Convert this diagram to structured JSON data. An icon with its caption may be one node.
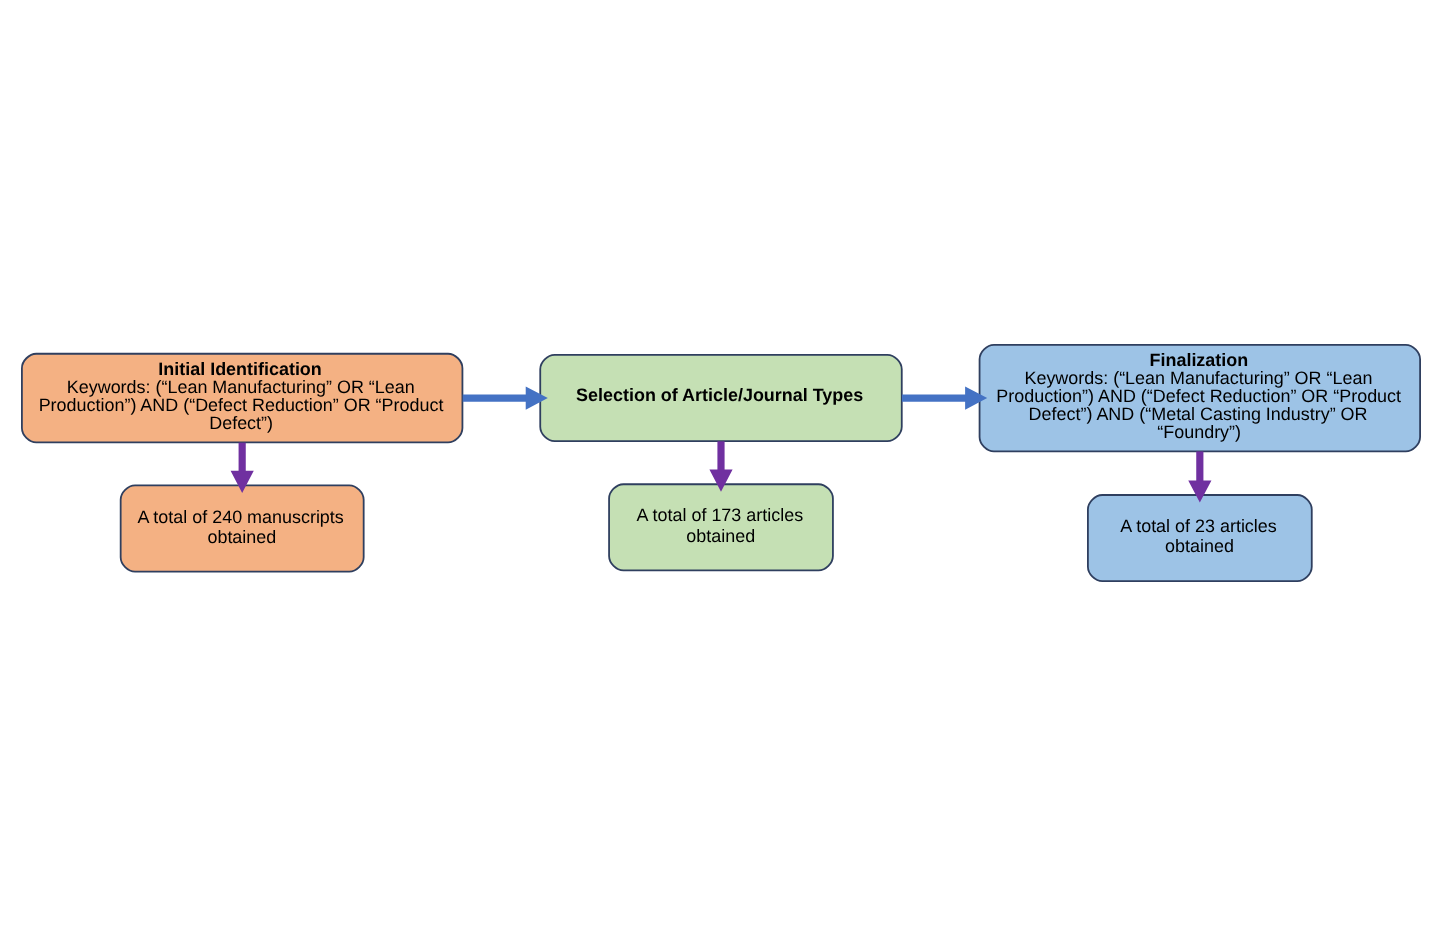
{
  "diagram": {
    "nodes": [
      {
        "text": [
          "Initial Identification",
          "Keywords: (“Lean Manufacturing” OR “Lean Production”) AND (“Defect Reduction” OR “Product Defect”)"
        ]
      },
      {
        "text": [
          "A total of 240 manuscripts obtained"
        ]
      },
      {
        "text": [
          "Selection of Article/Journal Types"
        ]
      },
      {
        "text": [
          "A total of 173 articles obtained"
        ]
      },
      {
        "text": [
          "Finalization",
          "Keywords: (“Lean Manufacturing” OR “Lean Production”) AND (“Defect Reduction” OR “Product Defect”) AND (“Metal Casting Industry” OR “Foundry”)"
        ]
      },
      {
        "text": [
          "A total of 23 articles obtained"
        ]
      }
    ],
    "edges": [
      {
        "from": 0,
        "to": 1,
        "arrow": "to",
        "color": "#7030a0"
      },
      {
        "from": 0,
        "to": 2,
        "arrow": "to",
        "color": "#4472c4"
      },
      {
        "from": 2,
        "to": 3,
        "arrow": "to",
        "color": "#7030a0"
      },
      {
        "from": 2,
        "to": 4,
        "arrow": "to",
        "color": "#4472c4"
      },
      {
        "from": 4,
        "to": 5,
        "arrow": "to",
        "color": "#7030a0"
      }
    ]
  }
}
